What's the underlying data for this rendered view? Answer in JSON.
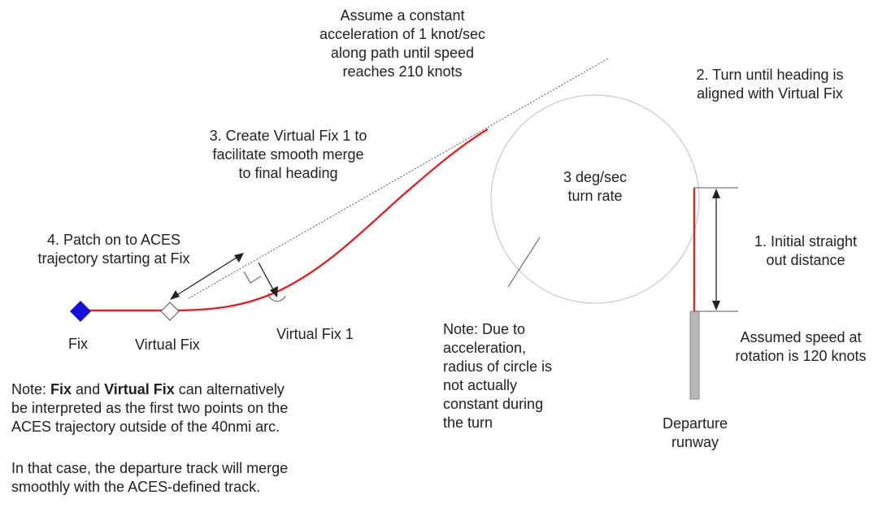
{
  "colors": {
    "path": "#d9262b",
    "fix": "#1410d6",
    "guide": "#555555",
    "circle": "#c8c8c8",
    "runway": "#b8b8b8",
    "text": "#222222"
  },
  "labels": {
    "acceleration": [
      "Assume a constant",
      "acceleration of 1 knot/sec",
      "along path until speed",
      "reaches 210 knots"
    ],
    "turn": [
      "2. Turn until heading is",
      "aligned with Virtual Fix"
    ],
    "create_vf": [
      "3.  Create Virtual Fix 1 to",
      "facilitate smooth merge",
      "to final heading"
    ],
    "patch": [
      "4.  Patch on to ACES",
      "trajectory starting at Fix"
    ],
    "turn_rate": [
      "3 deg/sec",
      "turn rate"
    ],
    "straight_out": [
      "1.  Initial straight",
      "out distance"
    ],
    "fix": "Fix",
    "virtual_fix": "Virtual Fix",
    "virtual_fix_1": "Virtual Fix 1",
    "accel_note": [
      "Note:  Due to",
      "acceleration,",
      "radius of circle is",
      "not actually",
      "constant during",
      "the turn"
    ],
    "rotation_speed": [
      "Assumed speed at",
      "rotation is 120 knots"
    ],
    "runway": [
      "Departure",
      "runway"
    ],
    "main_note": {
      "prefix": "Note:  ",
      "fix": "Fix",
      "and": " and ",
      "virtual_fix": "Virtual Fix",
      "rest1": " can alternatively",
      "line2": "be interpreted as the first two points on the",
      "line3": "ACES trajectory outside of the 40nmi arc."
    },
    "merge_note": [
      "In that case, the departure track will merge",
      "smoothly with the ACES-defined track."
    ]
  }
}
